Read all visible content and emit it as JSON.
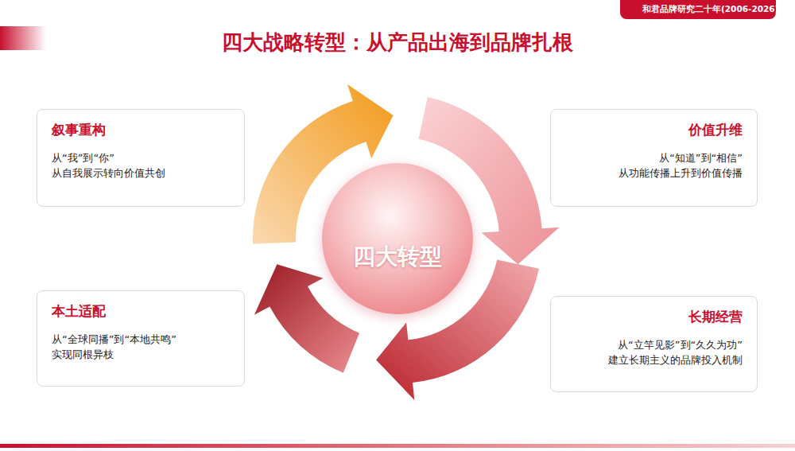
{
  "diagram": {
    "title": "四大战略转型：从产品出海到品牌扎根",
    "nodes": [
      {
        "text": [
          "和君品牌研究二十年(2006-2026)"
        ]
      },
      {
        "text": [
          "叙事重构",
          "从“我”到“你”",
          "从自我展示转向价值共创"
        ]
      },
      {
        "text": [
          "价值升维",
          "从“知道”到“相信”",
          "从功能传播上升到价值传播"
        ]
      },
      {
        "text": [
          "四大转型"
        ]
      },
      {
        "text": [
          "本土适配",
          "从“全球同播”到“本地共鸣”",
          "实现同根异枝"
        ]
      },
      {
        "text": [
          "长期经营",
          "从“立竿见影”到“久久为功”",
          "建立长期主义的品牌投入机制"
        ]
      }
    ]
  }
}
